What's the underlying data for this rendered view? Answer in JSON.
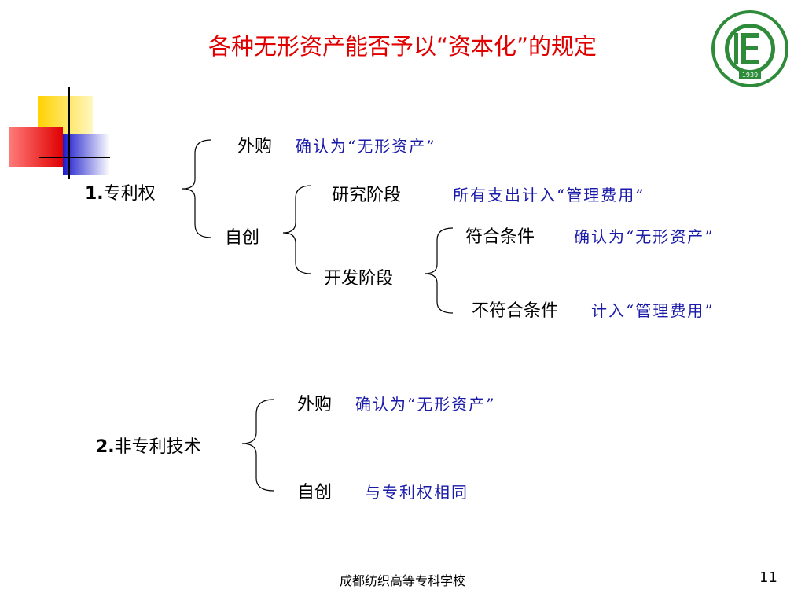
{
  "slide": {
    "title": "各种无形资产能否予以“资本化”的规定",
    "footer": "成都纺织高等专科学校",
    "page_number": "11"
  },
  "logo": {
    "label": "1939",
    "accent_color": "#2e8b3a"
  },
  "colors": {
    "title": "#e00000",
    "highlight": "#1a1aa8"
  },
  "patent": {
    "number": "1.",
    "name": "专利权",
    "purchase_label": "外购",
    "purchase_result": "确认为“无形资产”",
    "self_label": "自创",
    "research_label": "研究阶段",
    "research_result": "所有支出计入“管理费用”",
    "develop_label": "开发阶段",
    "qualify_label": "符合条件",
    "qualify_result": "确认为“无形资产”",
    "nonqualify_label": "不符合条件",
    "nonqualify_result": "计入“管理费用”"
  },
  "nonpatent": {
    "number": "2.",
    "name": "非专利技术",
    "purchase_label": "外购",
    "purchase_result": "确认为“无形资产”",
    "self_label": "自创",
    "self_result": "与专利权相同"
  }
}
